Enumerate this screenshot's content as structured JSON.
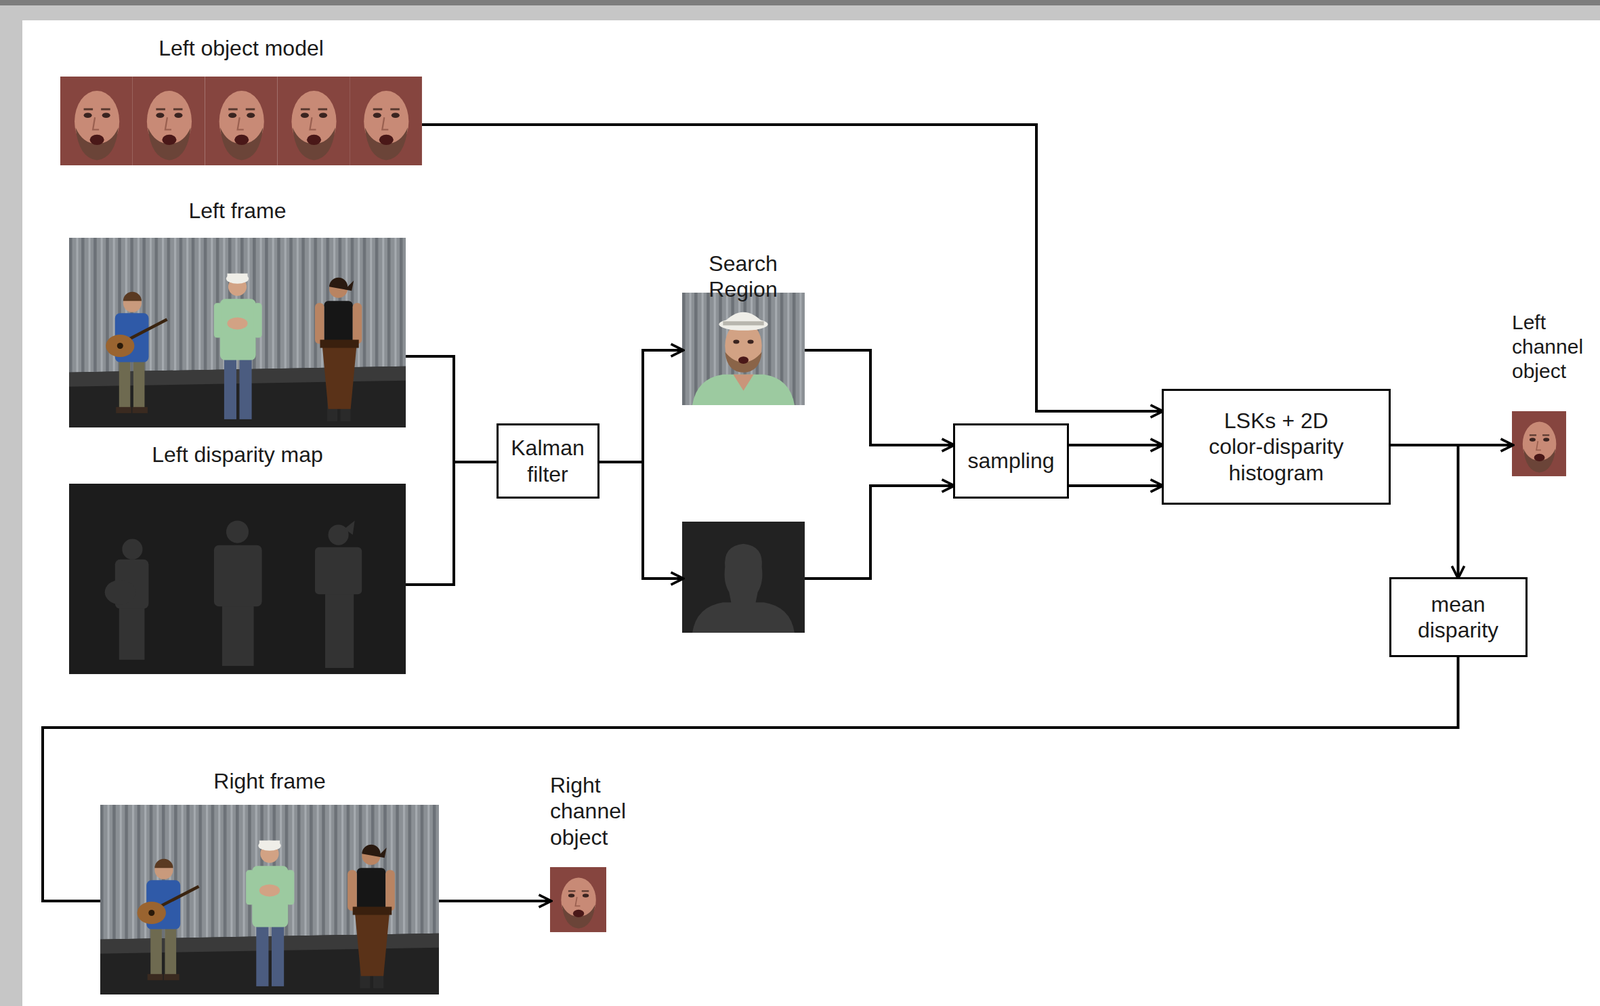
{
  "diagram": {
    "nodes": [
      {
        "text": [
          "Left object model"
        ]
      },
      {
        "text": [
          "Left frame"
        ]
      },
      {
        "text": [
          "Left disparity map"
        ]
      },
      {
        "text": [
          "Kalman filter"
        ]
      },
      {
        "text": [
          "Search Region"
        ]
      },
      {
        "text": []
      },
      {
        "text": [
          "sampling"
        ]
      },
      {
        "text": [
          "LSKs + 2D color-disparity histogram"
        ]
      },
      {
        "text": [
          "Left channel object"
        ]
      },
      {
        "text": [
          "mean disparity"
        ]
      },
      {
        "text": [
          "Right frame"
        ]
      },
      {
        "text": [
          "Right channel object"
        ]
      }
    ],
    "edges": [
      {
        "from": 0,
        "to": 7,
        "arrow": "to"
      },
      {
        "from": 1,
        "to": 3,
        "arrow": "none"
      },
      {
        "from": 2,
        "to": 3,
        "arrow": "none"
      },
      {
        "from": 3,
        "to": 4,
        "arrow": "to"
      },
      {
        "from": 3,
        "to": 5,
        "arrow": "to"
      },
      {
        "from": 4,
        "to": 6,
        "arrow": "to"
      },
      {
        "from": 5,
        "to": 6,
        "arrow": "to"
      },
      {
        "from": 6,
        "to": 7,
        "arrow": "to"
      },
      {
        "from": 6,
        "to": 7,
        "arrow": "to"
      },
      {
        "from": 7,
        "to": 8,
        "arrow": "to"
      },
      {
        "from": 7,
        "to": 9,
        "arrow": "to"
      },
      {
        "from": 9,
        "to": 10,
        "arrow": "none"
      },
      {
        "from": 10,
        "to": 11,
        "arrow": "to"
      }
    ]
  }
}
